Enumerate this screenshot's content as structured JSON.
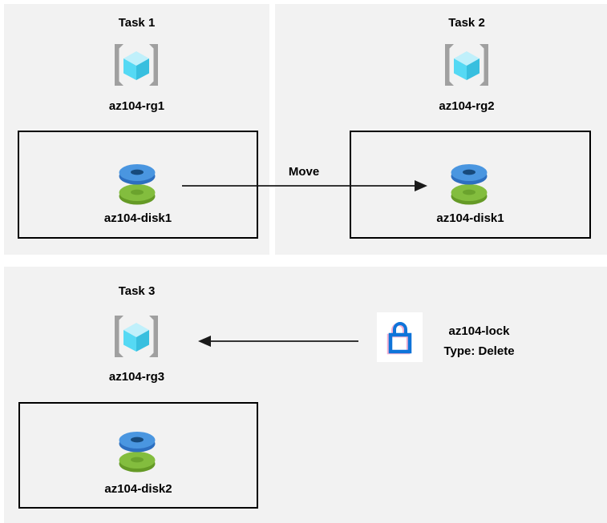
{
  "tasks": [
    {
      "title": "Task 1",
      "resource_group": "az104-rg1",
      "disk": "az104-disk1"
    },
    {
      "title": "Task 2",
      "resource_group": "az104-rg2",
      "disk": "az104-disk1"
    },
    {
      "title": "Task 3",
      "resource_group": "az104-rg3",
      "disk": "az104-disk2"
    }
  ],
  "move_arrow": {
    "label": "Move"
  },
  "lock": {
    "name": "az104-lock",
    "type": "Type: Delete"
  },
  "colors": {
    "panel_bg": "#f2f2f2",
    "box_border": "#000000",
    "arrow": "#1a1a1a",
    "bracket_gray": "#a0a0a0",
    "cube_top": "#c0f0fb",
    "cube_left": "#55d9f4",
    "cube_right": "#38bfdf",
    "disk_blue_top": "#4a96e0",
    "disk_blue_side": "#2d6fc0",
    "disk_blue_hole": "#174a7c",
    "disk_green_top": "#83bd3e",
    "disk_green_side": "#659a26",
    "disk_green_hole": "#6ba32d",
    "lock_blue": "#0f74d9",
    "lock_bg": "#ffffff"
  }
}
